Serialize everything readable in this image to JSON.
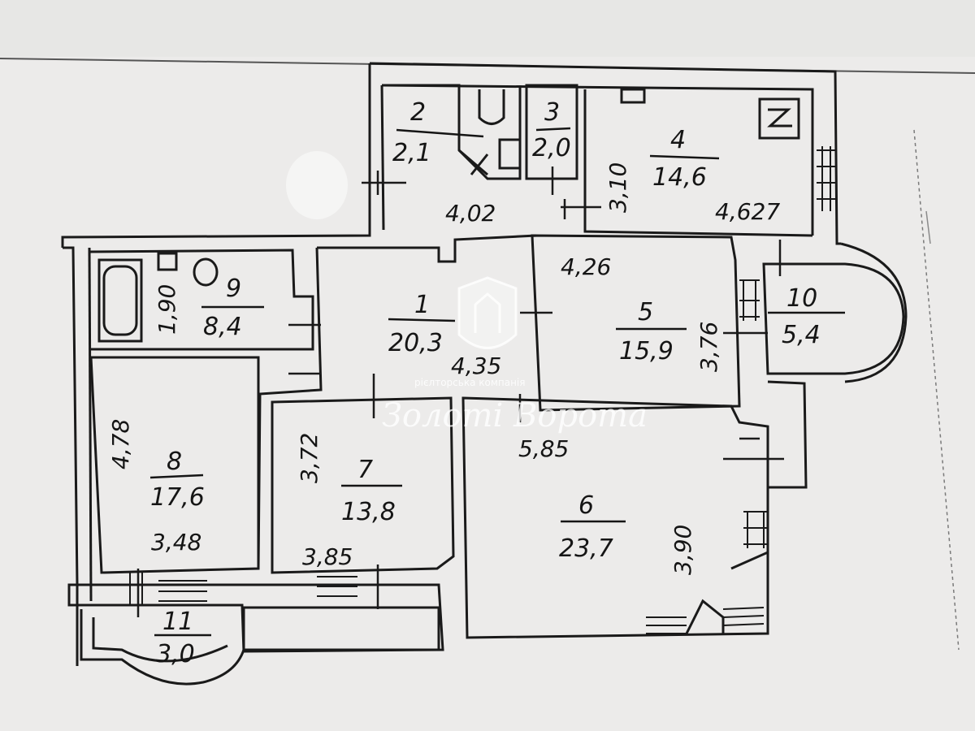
{
  "rooms": [
    {
      "number": "1",
      "area": "20,3"
    },
    {
      "number": "2",
      "area": "2,1"
    },
    {
      "number": "3",
      "area": "2,0"
    },
    {
      "number": "4",
      "area": "14,6"
    },
    {
      "number": "5",
      "area": "15,9"
    },
    {
      "number": "6",
      "area": "23,7"
    },
    {
      "number": "7",
      "area": "13,8"
    },
    {
      "number": "8",
      "area": "17,6"
    },
    {
      "number": "9",
      "area": "8,4"
    },
    {
      "number": "10",
      "area": "5,4"
    },
    {
      "number": "11",
      "area": "3,0"
    }
  ],
  "dimensions": {
    "hall_width": "4,02",
    "room4_height": "3,10",
    "room4_width": "4,627",
    "room5_width": "4,26",
    "room5_height": "3,76",
    "room1_width": "4,35",
    "room6_width": "5,85",
    "room6_height": "3,90",
    "room7_height": "3,72",
    "room7_width": "3,85",
    "room8_height": "4,78",
    "room8_width": "3,48",
    "room9_height": "1,90"
  },
  "watermark": {
    "tagline": "рієлторська компанія",
    "brand": "Золоті Ворота"
  },
  "colors": {
    "paper": "#e7e7e5",
    "ink": "#151515"
  }
}
